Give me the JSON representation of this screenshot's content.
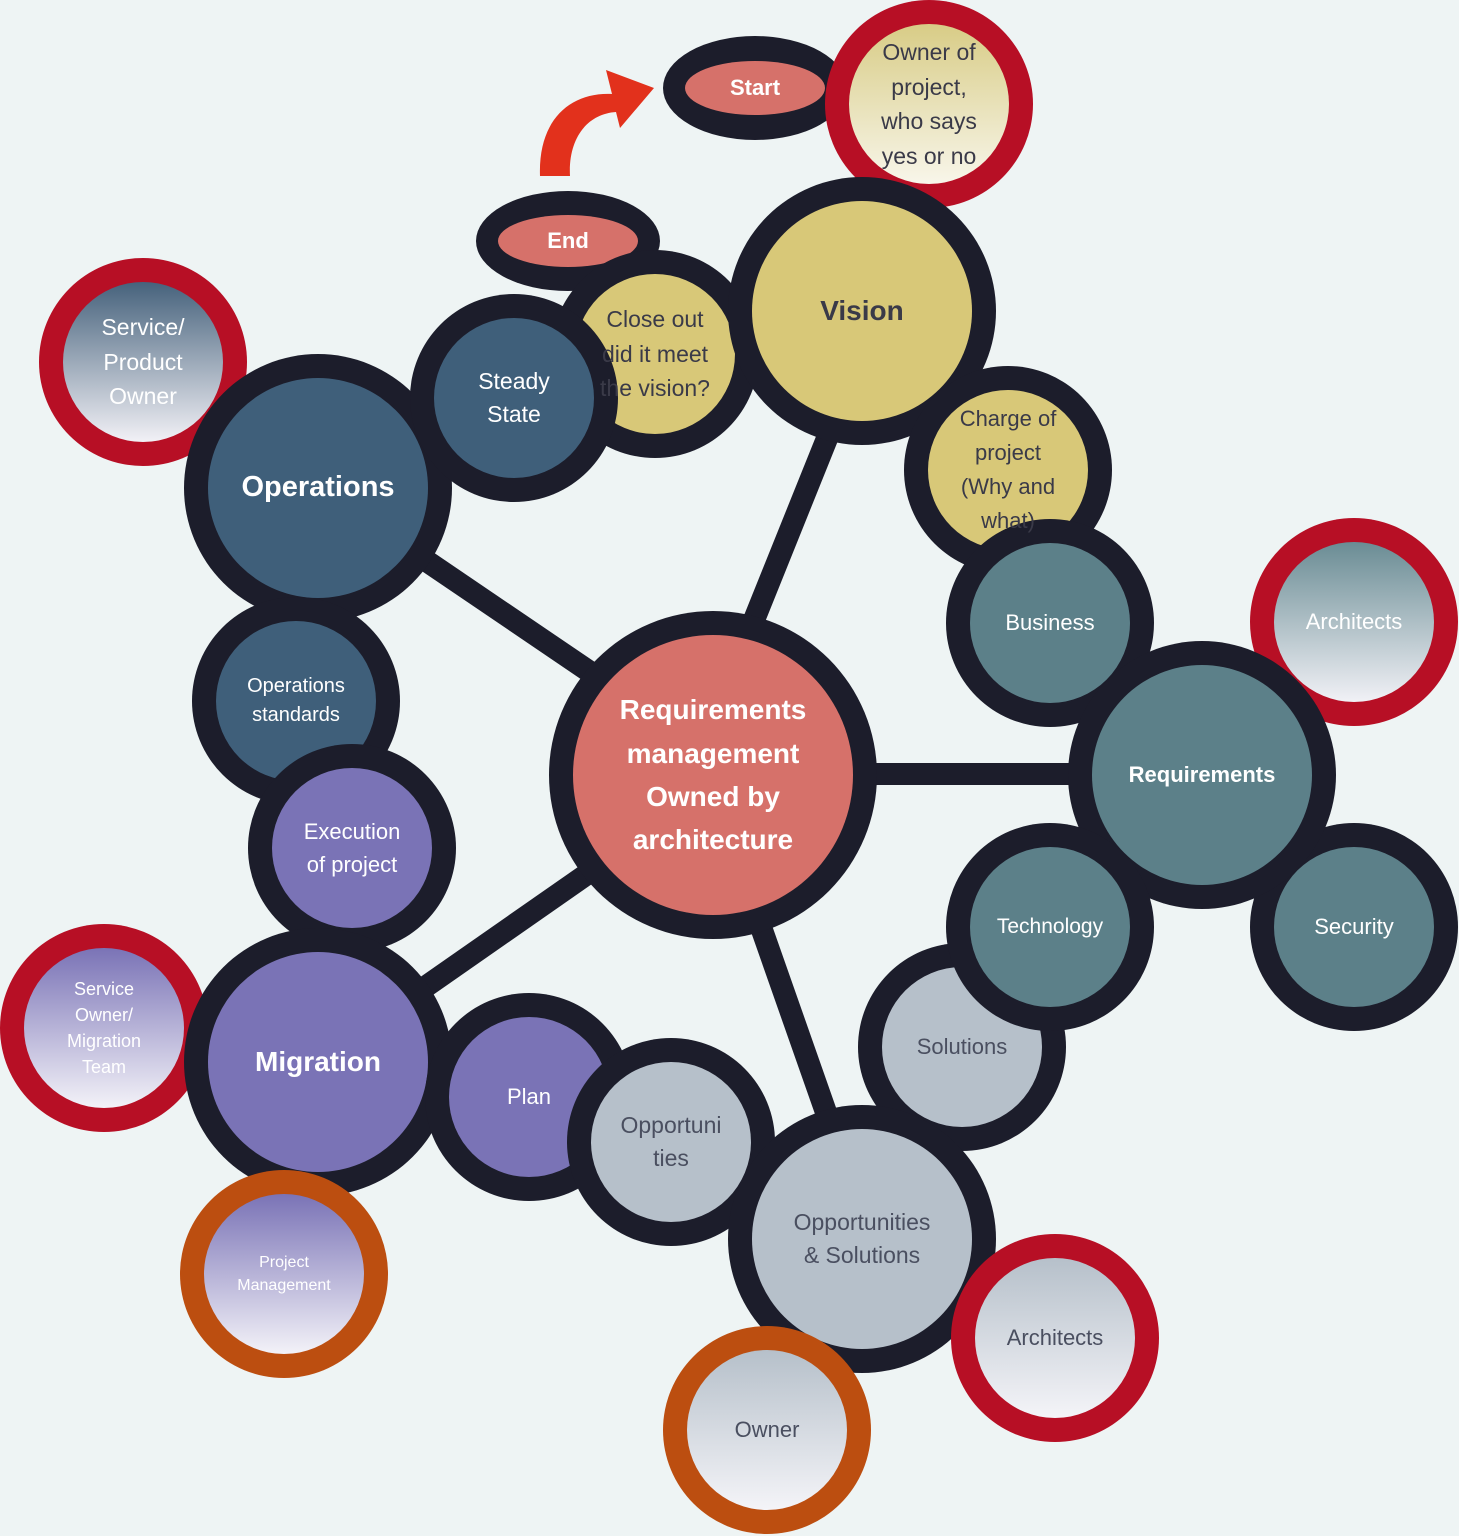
{
  "diagram": {
    "center": {
      "label": "Requirements\nmanagement\nOwned by\narchitecture"
    },
    "start": {
      "label": "Start"
    },
    "end": {
      "label": "End"
    },
    "nodes": {
      "vision": "Vision",
      "close_out": "Close out\ndid it meet\nthe vision?",
      "steady_state": "Steady\nState",
      "operations": "Operations",
      "operations_standards": "Operations\nstandards",
      "execution": "Execution\nof project",
      "migration": "Migration",
      "plan": "Plan",
      "opportunities": "Opportuni\nties",
      "opps_solutions": "Opportunities\n& Solutions",
      "solutions": "Solutions",
      "technology": "Technology",
      "requirements": "Requirements",
      "security": "Security",
      "business": "Business",
      "charge": "Charge of\nproject\n(Why and\nwhat)"
    },
    "owners": {
      "owner_project": "Owner of\nproject,\nwho says\nyes or no",
      "service_product_owner": "Service/\nProduct\nOwner",
      "architects_requirements": "Architects",
      "service_migration": "Service\nOwner/\nMigration\nTeam",
      "project_management": "Project\nManagement",
      "owner": "Owner",
      "architects_solutions": "Architects"
    },
    "colors": {
      "background": "#eef4f4",
      "ring_dark": "#1c1d2b",
      "center_fill": "#d6716a",
      "vision_fill": "#d8c878",
      "operations_fill": "#3f5f7a",
      "migration_fill": "#7a73b6",
      "requirements_fill": "#5c8089",
      "solutions_fill": "#b6c0ca",
      "owner_red": "#b70f25",
      "owner_orange": "#bc4e10",
      "arrow": "#e2311c"
    }
  }
}
